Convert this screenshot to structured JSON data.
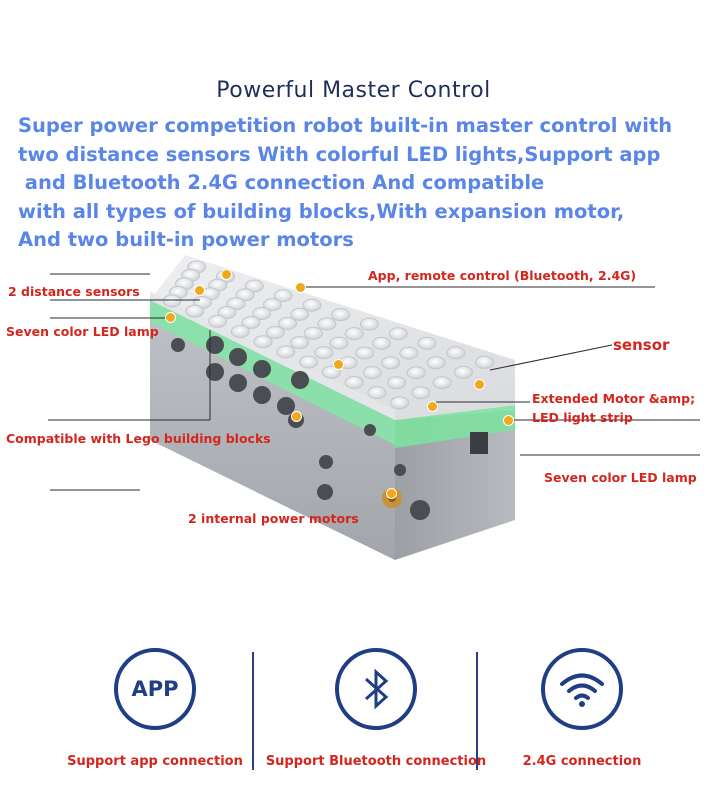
{
  "title": "Powerful Master Control",
  "description": [
    "Super power competition robot built-in master control with",
    "two distance sensors With colorful LED lights,Support app",
    " and Bluetooth 2.4G connection And compatible",
    "with all types of building blocks,With expansion motor,",
    "And two built-in power motors"
  ],
  "callouts": {
    "distance_sensors": "2 distance sensors",
    "led_lamp_left": "Seven color LED lamp",
    "lego": "Compatible with Lego building blocks",
    "motors": "2 internal power motors",
    "app_remote": "App, remote control (Bluetooth, 2.4G)",
    "sensor": "sensor",
    "extended_motor": "Extended Motor &amp;",
    "led_strip": "LED light strip",
    "led_lamp_right": "Seven color LED lamp"
  },
  "features": [
    {
      "icon": "app-icon",
      "icon_text": "APP",
      "label": "Support app connection"
    },
    {
      "icon": "bluetooth-icon",
      "label": "Support Bluetooth connection"
    },
    {
      "icon": "wifi-icon",
      "label": "2.4G connection"
    }
  ],
  "colors": {
    "accent_blue": "#5a86e8",
    "title_navy": "#1d2f5c",
    "callout_red": "#d4261e",
    "icon_navy": "#1f3e86",
    "led_green": "#7ee0a0",
    "marker_orange": "#f0a81c"
  }
}
